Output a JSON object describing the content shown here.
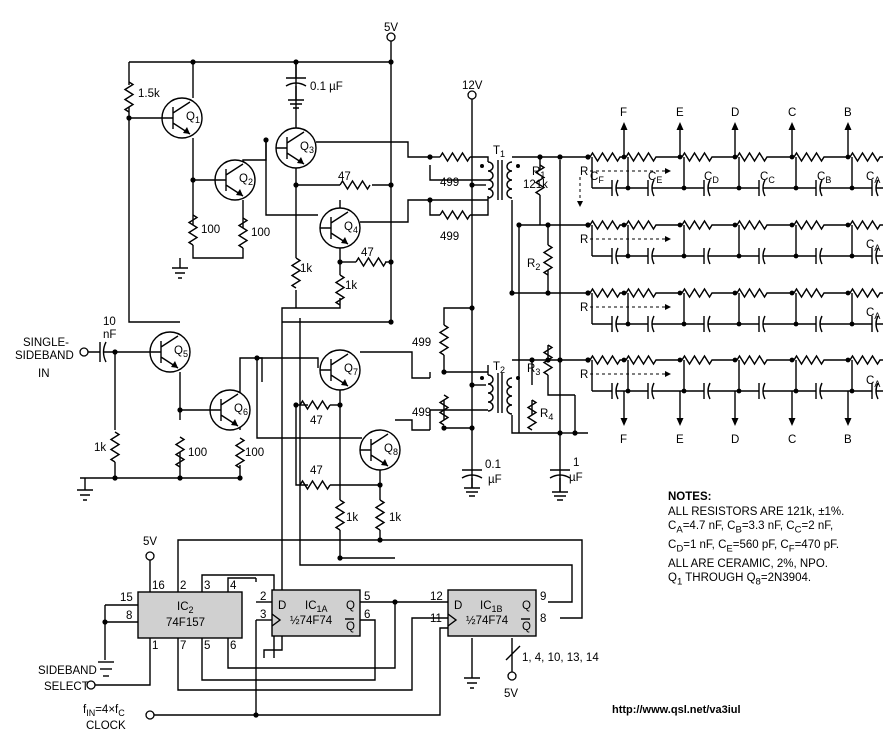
{
  "labels": {
    "vcc": "5V",
    "v12": "12V",
    "input": [
      "SINGLE-",
      "SIDEBAND",
      "IN"
    ],
    "sideband_select": [
      "SIDEBAND",
      "SELECT"
    ],
    "clock": "CLOCK",
    "clock_fin": "f",
    "clock_fin_sub": "IN",
    "clock_eq": "=4×f",
    "clock_eq_sub": "C",
    "unused_pins": "1, 4, 10, 13, 14"
  },
  "components": {
    "r_1k5": "1.5k",
    "c_01": "0.1 µF",
    "r_47": "47",
    "r_499": "499",
    "r_100": "100",
    "r_1k": "1k",
    "c_10nf": [
      "10",
      "nF"
    ],
    "c_1uf": [
      "1",
      "µF"
    ],
    "c_01b": [
      "0.1",
      "µF"
    ],
    "r1": "R",
    "r1_sub": "1",
    "r1_val": "121k",
    "r2": "R",
    "r2_sub": "2",
    "r3": "R",
    "r3_sub": "3",
    "r4": "R",
    "r4_sub": "4",
    "t1": "T",
    "t1_sub": "1",
    "t2": "T",
    "t2_sub": "2",
    "q_prefix": "Q",
    "transistors": [
      "1",
      "2",
      "3",
      "4",
      "5",
      "6",
      "7",
      "8"
    ]
  },
  "ics": {
    "ic2_name": "IC",
    "ic2_sub": "2",
    "ic2_part": "74F157",
    "ic1a_name": "IC",
    "ic1a_sub": "1A",
    "ic1a_part": "½74F74",
    "ic1b_name": "IC",
    "ic1b_sub": "1B",
    "ic1b_part": "½74F74",
    "pin_d": "D",
    "pin_q": "Q",
    "pin_qbar": "Q",
    "ic2_pins": {
      "p16": "16",
      "p2": "2",
      "p3": "3",
      "p4": "4",
      "p15": "15",
      "p8": "8",
      "p1": "1",
      "p7": "7",
      "p5": "5",
      "p6": "6"
    },
    "ic1a_pins": {
      "p2": "2",
      "p3": "3",
      "p5": "5",
      "p6": "6"
    },
    "ic1b_pins": {
      "p12": "12",
      "p11": "11",
      "p9": "9",
      "p8": "8"
    }
  },
  "network": {
    "outputs": [
      "F",
      "E",
      "D",
      "C",
      "B"
    ],
    "caps": [
      "C",
      "C",
      "C",
      "C",
      "C",
      "C"
    ],
    "cap_subs": [
      "F",
      "E",
      "D",
      "C",
      "B",
      "A"
    ],
    "r_label": "R"
  },
  "notes": {
    "heading": "NOTES:",
    "line1": "ALL RESISTORS ARE 121k, ±1%.",
    "line2": [
      "C",
      "A",
      "=4.7 nF, C",
      "B",
      "=3.3 nF, C",
      "C",
      "=2 nF,"
    ],
    "line3": [
      "C",
      "D",
      "=1 nF, C",
      "E",
      "=560 pF, C",
      "F",
      "=470 pF."
    ],
    "line4": "ALL ARE CERAMIC, 2%, NPO.",
    "line5": [
      "Q",
      "1",
      " THROUGH Q",
      "8",
      "=2N3904."
    ]
  },
  "url": "http://www.qsl.net/va3iul"
}
